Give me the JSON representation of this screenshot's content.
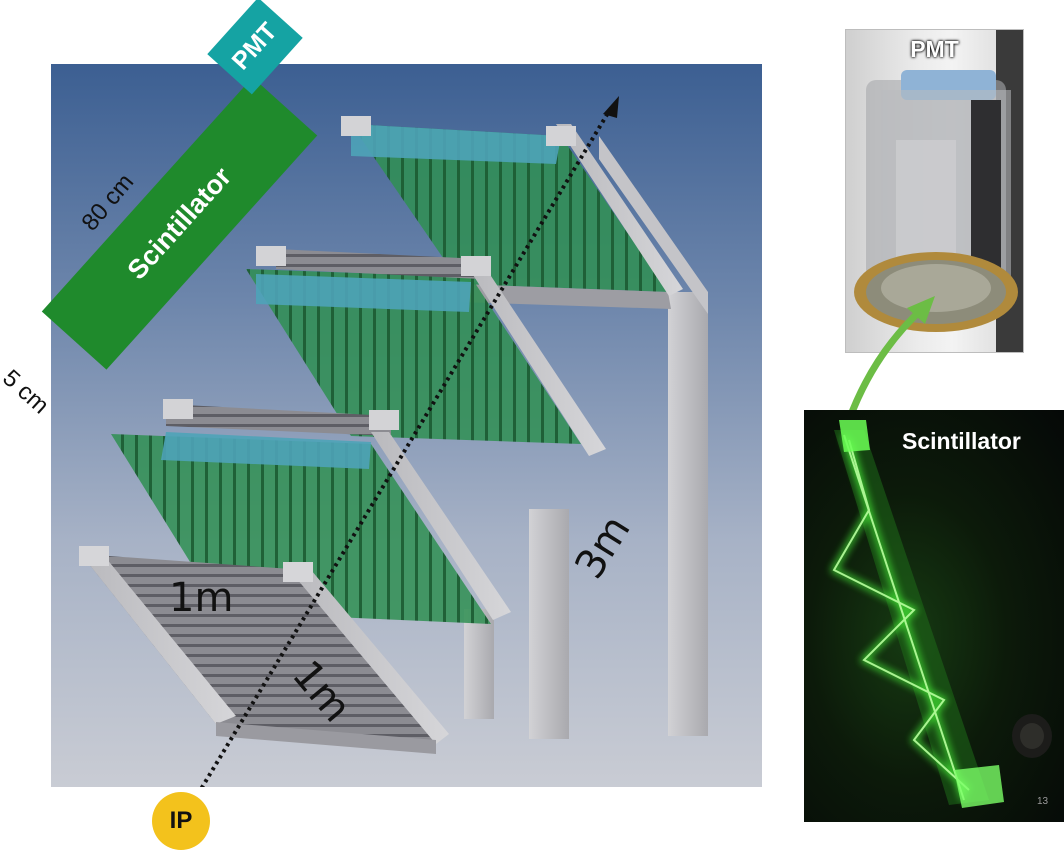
{
  "schematic": {
    "pmt_label": "PMT",
    "scintillator_label": "Scintillator",
    "length_label": "80 cm",
    "width_label": "5 cm"
  },
  "detector": {
    "dim_width": "1m",
    "dim_depth": "1m",
    "dim_length": "3m",
    "ip_label": "IP"
  },
  "photos": {
    "pmt_label": "PMT",
    "scintillator_label": "Scintillator",
    "page_number": "13"
  },
  "colors": {
    "scintillator_green": "#1f8a2c",
    "pmt_teal": "#15a3a3",
    "ip_yellow": "#f3c21c",
    "arrow_green": "#6cbd45",
    "module_blue": "#4ea3b8"
  }
}
